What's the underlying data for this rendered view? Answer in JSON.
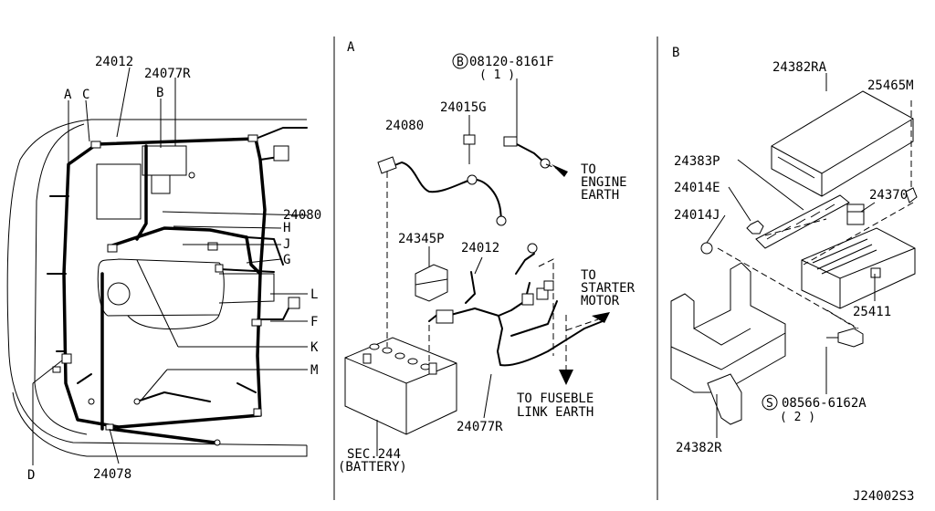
{
  "panels": {
    "left": {
      "labels": {
        "p24012": "24012",
        "p24077R": "24077R",
        "A": "A",
        "B": "B",
        "C": "C",
        "p24080": "24080",
        "H": "H",
        "J": "J",
        "G": "G",
        "L": "L",
        "F": "F",
        "K": "K",
        "M": "M",
        "D": "D",
        "p24078": "24078"
      }
    },
    "middle": {
      "section_letter": "A",
      "bolt_circle": "B",
      "bolt_part": "08120-8161F",
      "bolt_qty": "( 1 )",
      "labels": {
        "p24080": "24080",
        "p24015G": "24015G",
        "p24345P": "24345P",
        "p24012": "24012",
        "p24077R": "24077R"
      },
      "to_engine_earth": [
        "TO",
        "ENGINE",
        "EARTH"
      ],
      "to_starter_motor": [
        "TO",
        "STARTER",
        "MOTOR"
      ],
      "to_fusible": [
        "TO FUSEBLE",
        "LINK EARTH"
      ],
      "sec_ref": "SEC.244",
      "battery": "(BATTERY)"
    },
    "right": {
      "section_letter": "B",
      "screw_circle": "S",
      "screw_part": "08566-6162A",
      "screw_qty": "( 2 )",
      "labels": {
        "p24382RA": "24382RA",
        "p25465M": "25465M",
        "p24383P": "24383P",
        "p24014E": "24014E",
        "p24370": "24370",
        "p24014J": "24014J",
        "p25411": "25411",
        "p24382R": "24382R"
      }
    }
  },
  "diagram_code": "J24002S3"
}
